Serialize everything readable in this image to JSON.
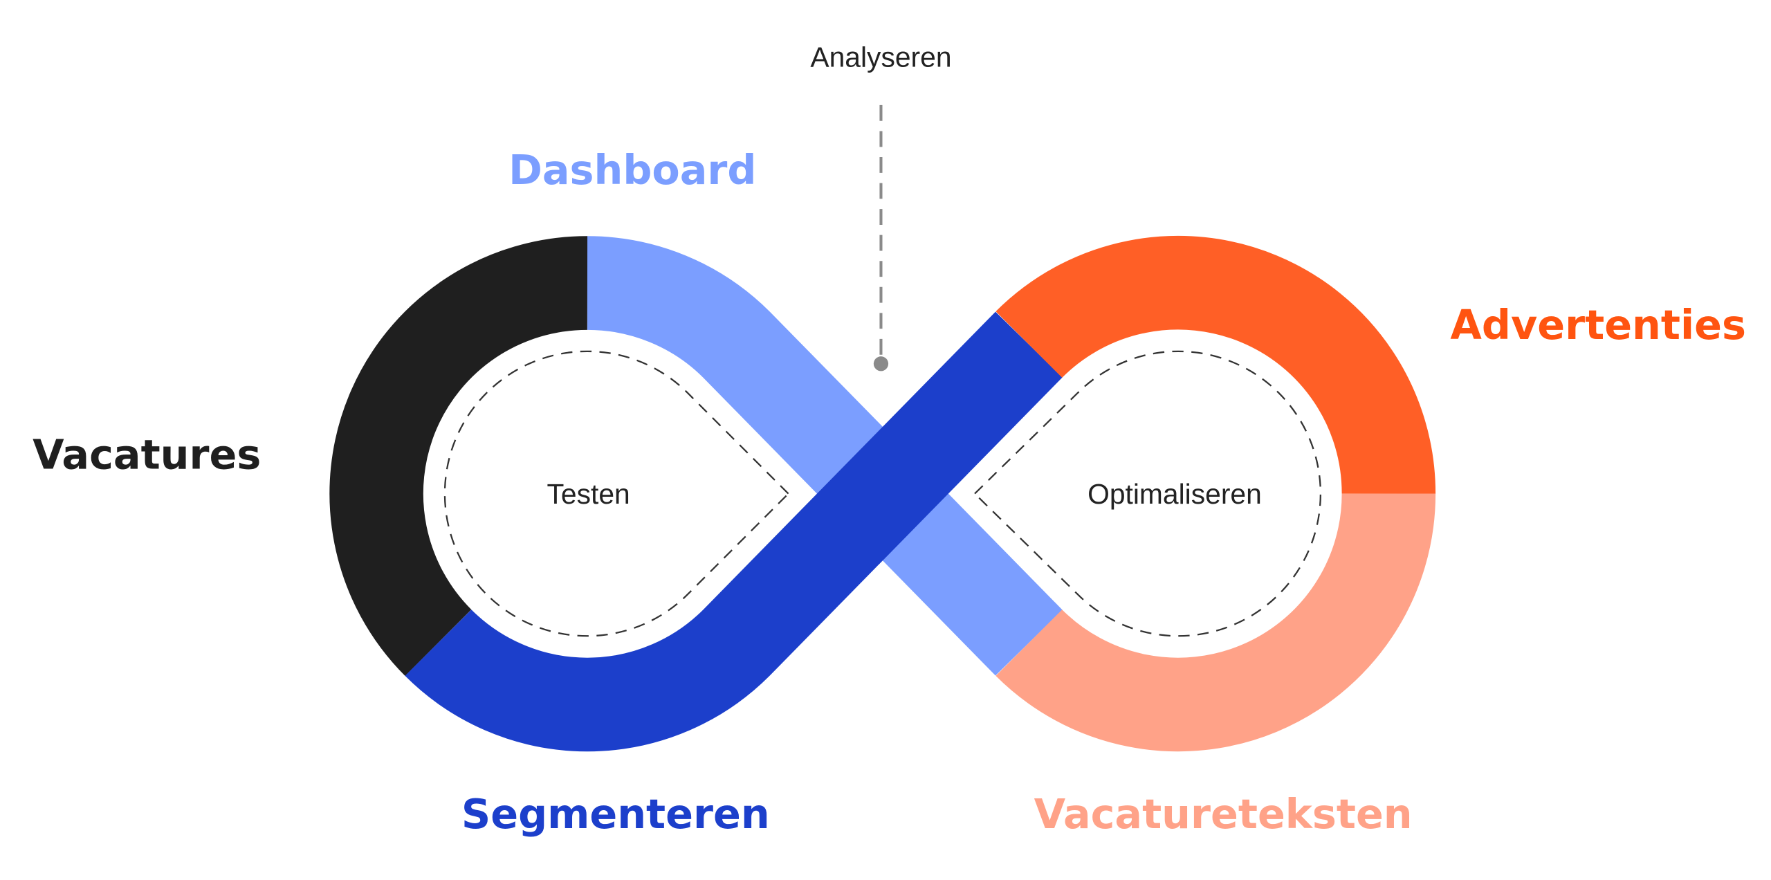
{
  "diagram": {
    "top_label": "Analyseren",
    "inner_left": "Testen",
    "inner_right": "Optimaliseren",
    "segments": [
      {
        "label": "Vacatures",
        "color": "#1f1f1f"
      },
      {
        "label": "Dashboard",
        "color": "#7b9eff"
      },
      {
        "label": "Segmenteren",
        "color": "#1c3fcb"
      },
      {
        "label": "Advertenties",
        "color": "#ff5f26"
      },
      {
        "label": "Vacatureteksten",
        "color": "#ffa288"
      }
    ],
    "label_colors": {
      "Advertenties": "#ff5410"
    }
  }
}
